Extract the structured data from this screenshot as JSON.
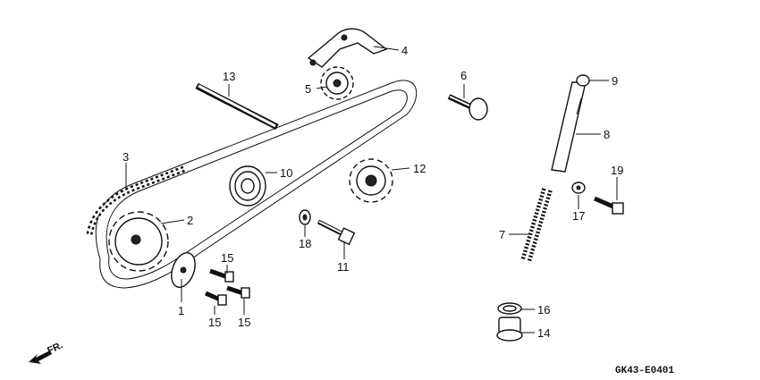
{
  "diagram_code": "GK43-E0401",
  "direction_label": "FR.",
  "callouts": [
    "1",
    "2",
    "3",
    "4",
    "5",
    "6",
    "7",
    "8",
    "9",
    "10",
    "11",
    "12",
    "13",
    "14",
    "15",
    "15",
    "15",
    "16",
    "17",
    "18",
    "19"
  ],
  "colors": {
    "line": "#111111",
    "background": "#ffffff"
  }
}
